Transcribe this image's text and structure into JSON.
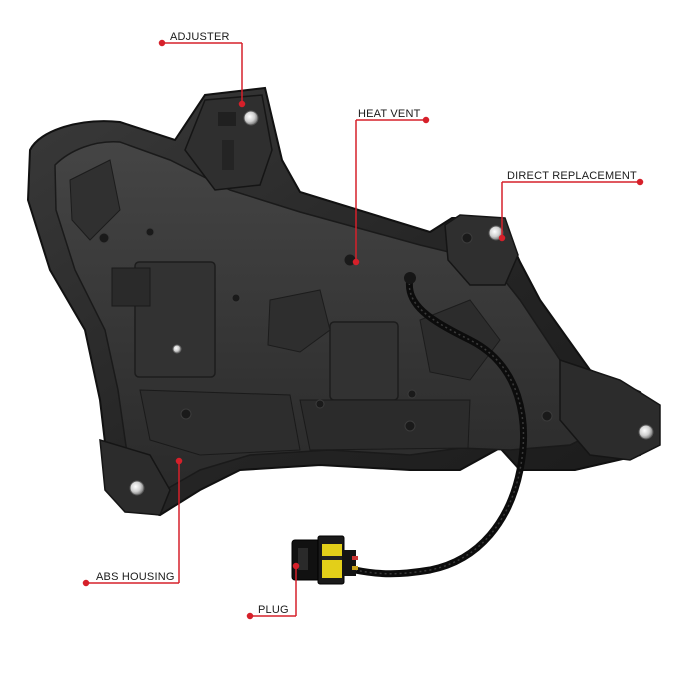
{
  "image": {
    "subject": "headlight",
    "callouts": [
      {
        "id": "adjuster",
        "label": "ADJUSTER"
      },
      {
        "id": "heat-vent",
        "label": "HEAT VENT"
      },
      {
        "id": "direct-replacement",
        "label": "DIRECT REPLACEMENT"
      },
      {
        "id": "abs-housing",
        "label": "ABS HOUSING"
      },
      {
        "id": "plug",
        "label": "PLUG"
      }
    ]
  },
  "colors": {
    "background": "#ffffff",
    "housing": "#2b2b2b",
    "callout_line": "#d6202a",
    "label_text": "#1a1a1a",
    "connector_accent": "#e8d21a"
  }
}
